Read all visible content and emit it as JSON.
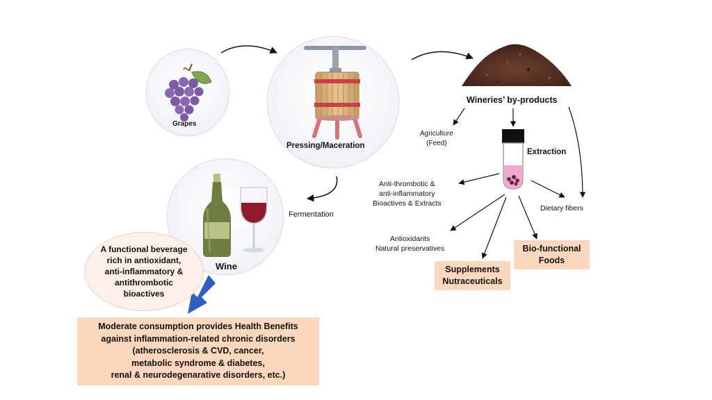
{
  "nodes": {
    "grapes": "Grapes",
    "pressing": "Pressing/Maceration",
    "byproducts": "Wineries’ by-products",
    "wine": "Wine",
    "fermentation": "Fermentation",
    "extraction": "Extraction"
  },
  "uses": {
    "agriculture_line1": "Agriculture",
    "agriculture_line2": "(Feed)",
    "antithrombotic_line1": "Anti-thrombotic &",
    "antithrombotic_line2": "anti-inflammatory",
    "antithrombotic_line3": "Bioactives & Extracts",
    "antioxidants_line1": "Antioxidants",
    "antioxidants_line2": "Natural preservatives",
    "dietary_fibers": "Dietary fibers"
  },
  "boxes": {
    "supplements_line1": "Supplements",
    "supplements_line2": "Nutraceuticals",
    "biofunctional_line1": "Bio-functional",
    "biofunctional_line2": "Foods",
    "health_line1": "Moderate consumption provides Health Benefits",
    "health_line2": "against inflammation-related chronic disorders",
    "health_line3": "(atherosclerosis & CVD, cancer,",
    "health_line4": "metabolic syndrome & diabetes,",
    "health_line5": "renal & neurodegenarative disorders, etc.)"
  },
  "beverage": {
    "line1": "A functional beverage",
    "line2": "rich in antioxidant,",
    "line3": "anti-inflammatory &",
    "line4": "antithrombotic",
    "line5": "bioactives"
  },
  "colors": {
    "box_fill": "#fbd7bd",
    "bubble_fill": "#fdf0e8",
    "arrow_blue": "#2f5fc4",
    "grape_purple": "#7b5aa6",
    "wine_red": "#8e1b2b",
    "bottle_green": "#6b7d3f",
    "pomace_brown": "#5b3426",
    "barrel_wood": "#d9b47a",
    "barrel_band": "#c8414a",
    "tube_pink": "#f3a8d2"
  }
}
